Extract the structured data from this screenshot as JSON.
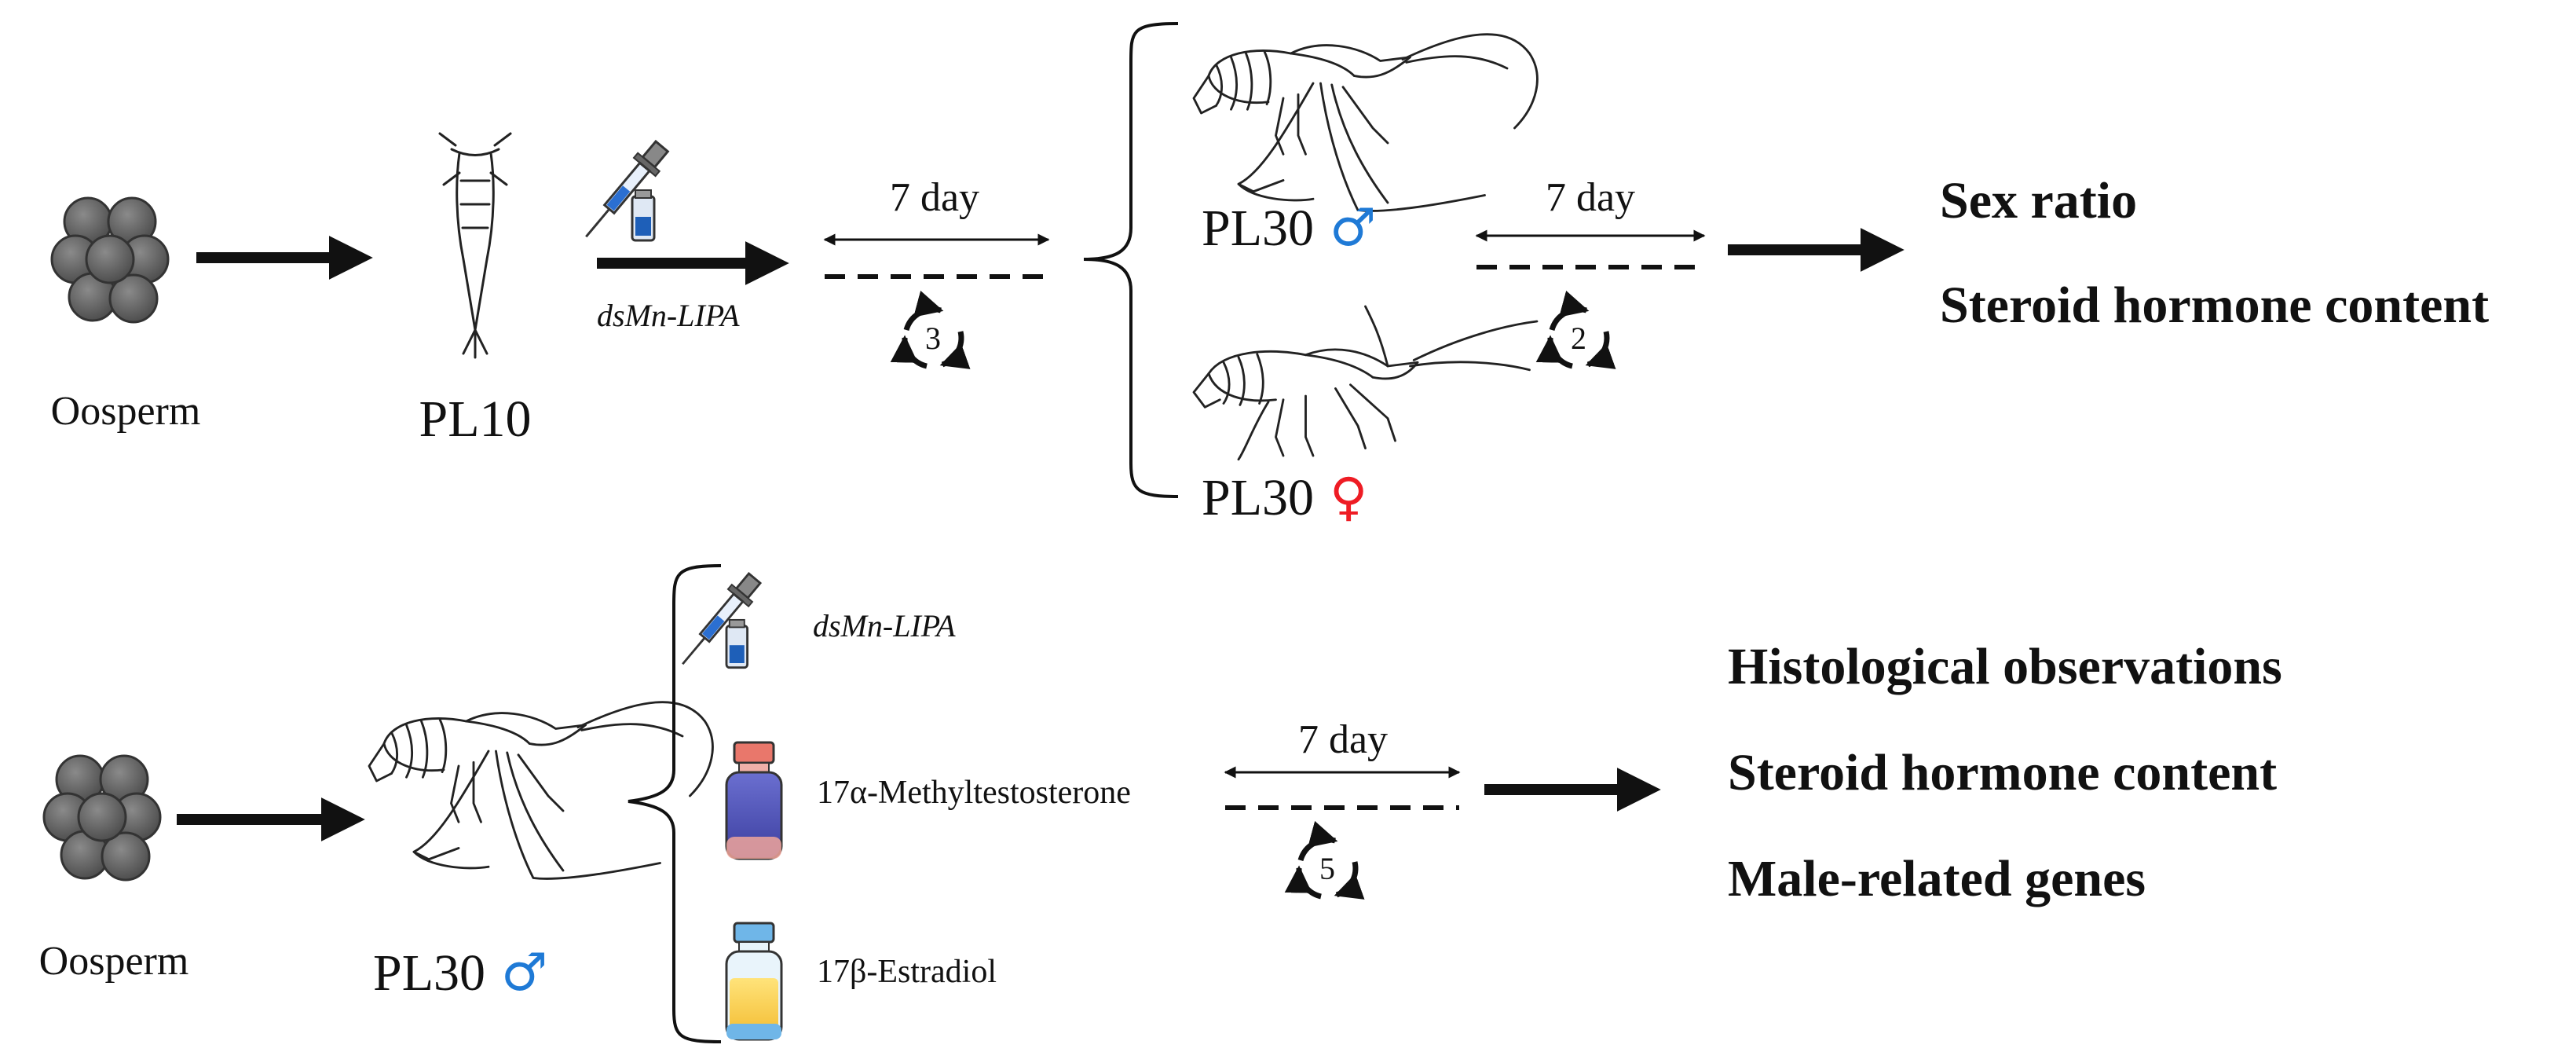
{
  "colors": {
    "male": "#1f7ad6",
    "female": "#ee1c24",
    "ink": "#111111",
    "egg": "#666666"
  },
  "row1": {
    "oosperm_label": "Oosperm",
    "pl10_label": "PL10",
    "injection_label_prefix": "ds",
    "injection_label_rest": "Mn-LIPA",
    "duration1": "7 day",
    "cycle1": "3",
    "male_label": "PL30",
    "female_label": "PL30",
    "duration2": "7 day",
    "cycle2": "2",
    "results": [
      "Sex ratio",
      "Steroid hormone content"
    ]
  },
  "row2": {
    "oosperm_label": "Oosperm",
    "male_label": "PL30",
    "treatments": [
      {
        "label_prefix": "ds",
        "label_rest": "Mn-LIPA",
        "icon": "syringe-icon"
      },
      {
        "label": "17α-Methyltestosterone",
        "icon": "bottle-icon"
      },
      {
        "label": "17β-Estradiol",
        "icon": "bottle-icon"
      }
    ],
    "duration": "7 day",
    "cycle": "5",
    "results": [
      "Histological observations",
      "Steroid hormone content",
      "Male-related genes"
    ]
  },
  "symbols": {
    "male": "♂",
    "female": "♀"
  }
}
